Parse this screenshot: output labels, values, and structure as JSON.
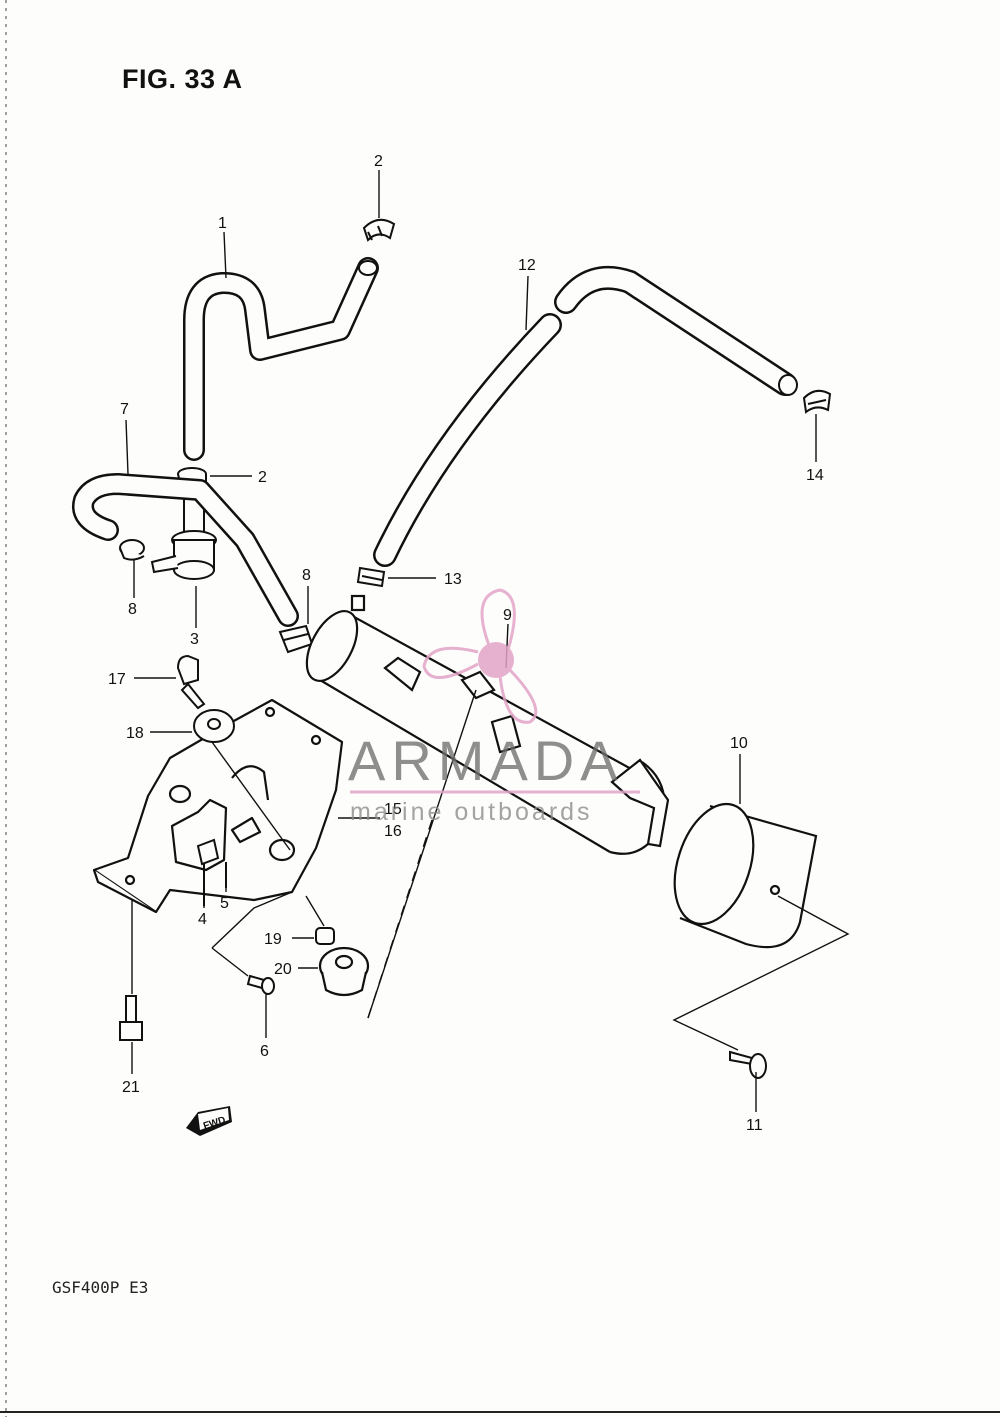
{
  "figure": {
    "title": "FIG. 33 A",
    "model_code": "GSF400P  E3"
  },
  "watermark": {
    "brand": "ARMADA",
    "tagline": "marine outboards",
    "accent_color": "#e3a3c8"
  },
  "fwd_badge": "FWD",
  "callouts": {
    "c1": "1",
    "c2a": "2",
    "c2b": "2",
    "c3": "3",
    "c4": "4",
    "c5": "5",
    "c6": "6",
    "c7": "7",
    "c8a": "8",
    "c8b": "8",
    "c9": "9",
    "c10": "10",
    "c11": "11",
    "c12": "12",
    "c13": "13",
    "c14": "14",
    "c15": "15",
    "c16": "16",
    "c17": "17",
    "c18": "18",
    "c19": "19",
    "c20": "20",
    "c21": "21"
  }
}
